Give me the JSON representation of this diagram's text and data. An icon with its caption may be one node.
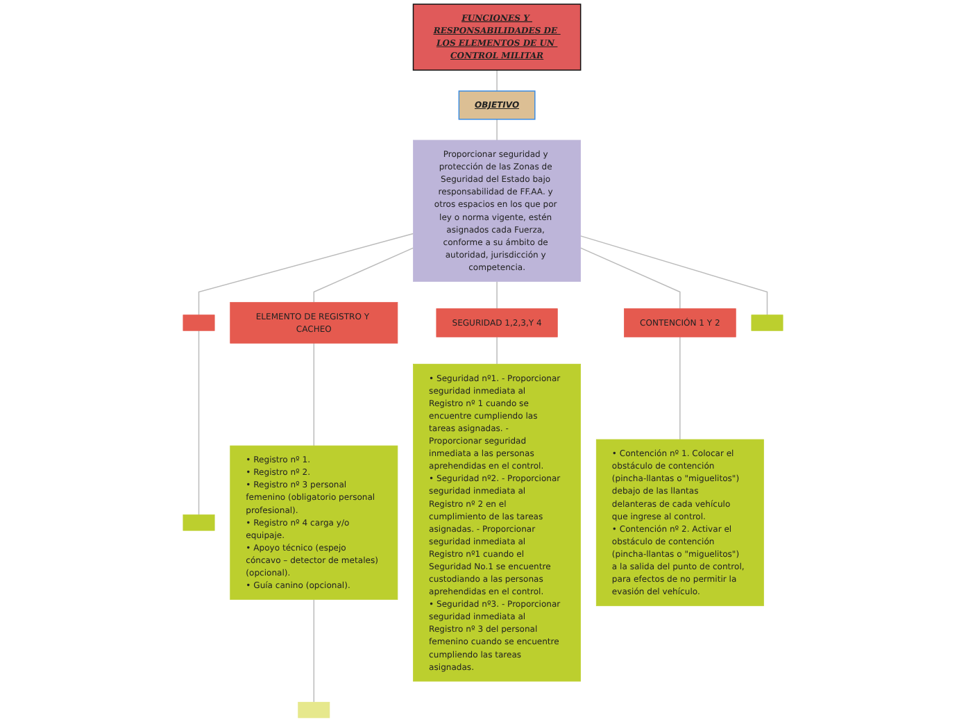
{
  "diagram": {
    "nodes": [
      {
        "text": [
          "FUNCIONES Y RESPONSABILIDADES DE LOS ELEMENTOS DE UN CONTROL MILITAR"
        ]
      },
      {
        "text": [
          "OBJETIVO"
        ]
      },
      {
        "text": [
          "Proporcionar seguridad y protección de las Zonas de Seguridad del Estado bajo responsabilidad de FF.AA. y otros espacios en los que por ley o norma vigente, estén asignados cada Fuerza, conforme a su ámbito de autoridad, jurisdicción y competencia."
        ]
      },
      {
        "text": [],
        "shape": "box"
      },
      {
        "text": [],
        "shape": "box"
      },
      {
        "text": [
          "ELEMENTO DE REGISTRO Y CACHEO"
        ]
      },
      {
        "text": [
          "• Registro nº 1.",
          "• Registro nº 2.",
          "• Registro nº 3 personal femenino (obligatorio personal profesional).",
          "• Registro nº 4 carga y/o equipaje.",
          "• Apoyo técnico (espejo cóncavo – detector de metales) (opcional).",
          "• Guía canino (opcional)."
        ]
      },
      {
        "text": [],
        "shape": "box"
      },
      {
        "text": [
          "SEGURIDAD 1,2,3,Y 4"
        ]
      },
      {
        "text": [
          "• Seguridad nº1. - Proporcionar seguridad inmediata al Registro nº 1 cuando se encuentre cumpliendo las tareas asignadas. - Proporcionar seguridad inmediata a las personas aprehendidas en el control.",
          "• Seguridad nº2. - Proporcionar seguridad inmediata al Registro nº 2 en el cumplimiento de las tareas asignadas. - Proporcionar seguridad inmediata al Registro nº1 cuando el Seguridad No.1 se encuentre custodiando a las personas aprehendidas en el control.",
          "• Seguridad nº3. - Proporcionar seguridad inmediata al Registro nº 3 del personal femenino cuando se encuentre cumpliendo las tareas asignadas."
        ]
      },
      {
        "text": [
          "CONTENCIÓN 1 Y 2"
        ]
      },
      {
        "text": [
          "• Contención nº 1. Colocar el obstáculo de contención (pincha-llantas o \"miguelitos\") debajo de las llantas delanteras de cada vehículo que ingrese al control.",
          "• Contención nº 2. Activar el obstáculo de contención (pincha-llantas o \"miguelitos\") a la salida del punto de control, para efectos de no permitir la evasión del vehículo."
        ]
      },
      {
        "text": [],
        "shape": "box"
      }
    ],
    "edges": [
      {
        "from": 0,
        "to": 1,
        "arrow": "none"
      },
      {
        "from": 1,
        "to": 2,
        "arrow": "none"
      },
      {
        "from": 2,
        "to": 3,
        "arrow": "none"
      },
      {
        "from": 3,
        "to": 4,
        "arrow": "none"
      },
      {
        "from": 2,
        "to": 5,
        "arrow": "none"
      },
      {
        "from": 5,
        "to": 6,
        "arrow": "none"
      },
      {
        "from": 6,
        "to": 7,
        "arrow": "none"
      },
      {
        "from": 2,
        "to": 8,
        "arrow": "none"
      },
      {
        "from": 8,
        "to": 9,
        "arrow": "none"
      },
      {
        "from": 2,
        "to": 10,
        "arrow": "none"
      },
      {
        "from": 10,
        "to": 11,
        "arrow": "none"
      },
      {
        "from": 2,
        "to": 12,
        "arrow": "none"
      }
    ]
  }
}
